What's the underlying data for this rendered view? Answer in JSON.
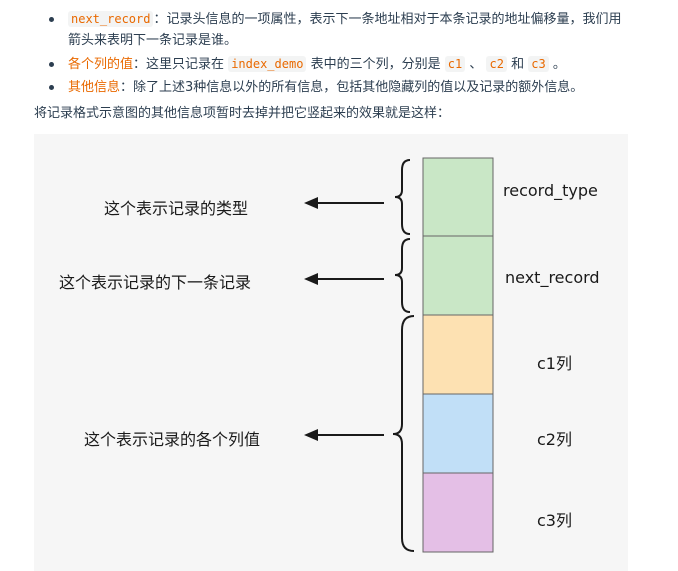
{
  "bullets": [
    {
      "term": "next_record",
      "term_is_code": true,
      "sep": "：",
      "text": "记录头信息的一项属性，表示下一条地址相对于本条记录的地址偏移量，我们用",
      "text2": "箭头来表明下一条记录是谁。"
    },
    {
      "term": "各个列的值",
      "term_is_code": false,
      "sep": "：",
      "text_a": "这里只记录在",
      "code_a": "index_demo",
      "text_b": "表中的三个列，分别是",
      "code_b": "c1",
      "sep_b": "、",
      "code_c": "c2",
      "text_c": "和",
      "code_d": "c3",
      "text_d": "。"
    },
    {
      "term": "其他信息",
      "term_is_code": false,
      "sep": "：",
      "text": "除了上述3种信息以外的所有信息，包括其他隐藏列的值以及记录的额外信息。"
    }
  ],
  "intro": "将记录格式示意图的其他信息项暂时去掉并把它竖起来的效果就是这样：",
  "figure": {
    "annotations": [
      "这个表示记录的类型",
      "这个表示记录的下一条记录",
      "这个表示记录的各个列值"
    ],
    "fields": [
      {
        "label": "record_type",
        "color": "#c9e7c6"
      },
      {
        "label": "next_record",
        "color": "#c9e7c6"
      },
      {
        "label": "c1列",
        "color": "#fde1b2"
      },
      {
        "label": "c2列",
        "color": "#c1dff7"
      },
      {
        "label": "c3列",
        "color": "#e4bfe6"
      }
    ],
    "border_color": "#666666",
    "background": "#f6f6f6"
  }
}
